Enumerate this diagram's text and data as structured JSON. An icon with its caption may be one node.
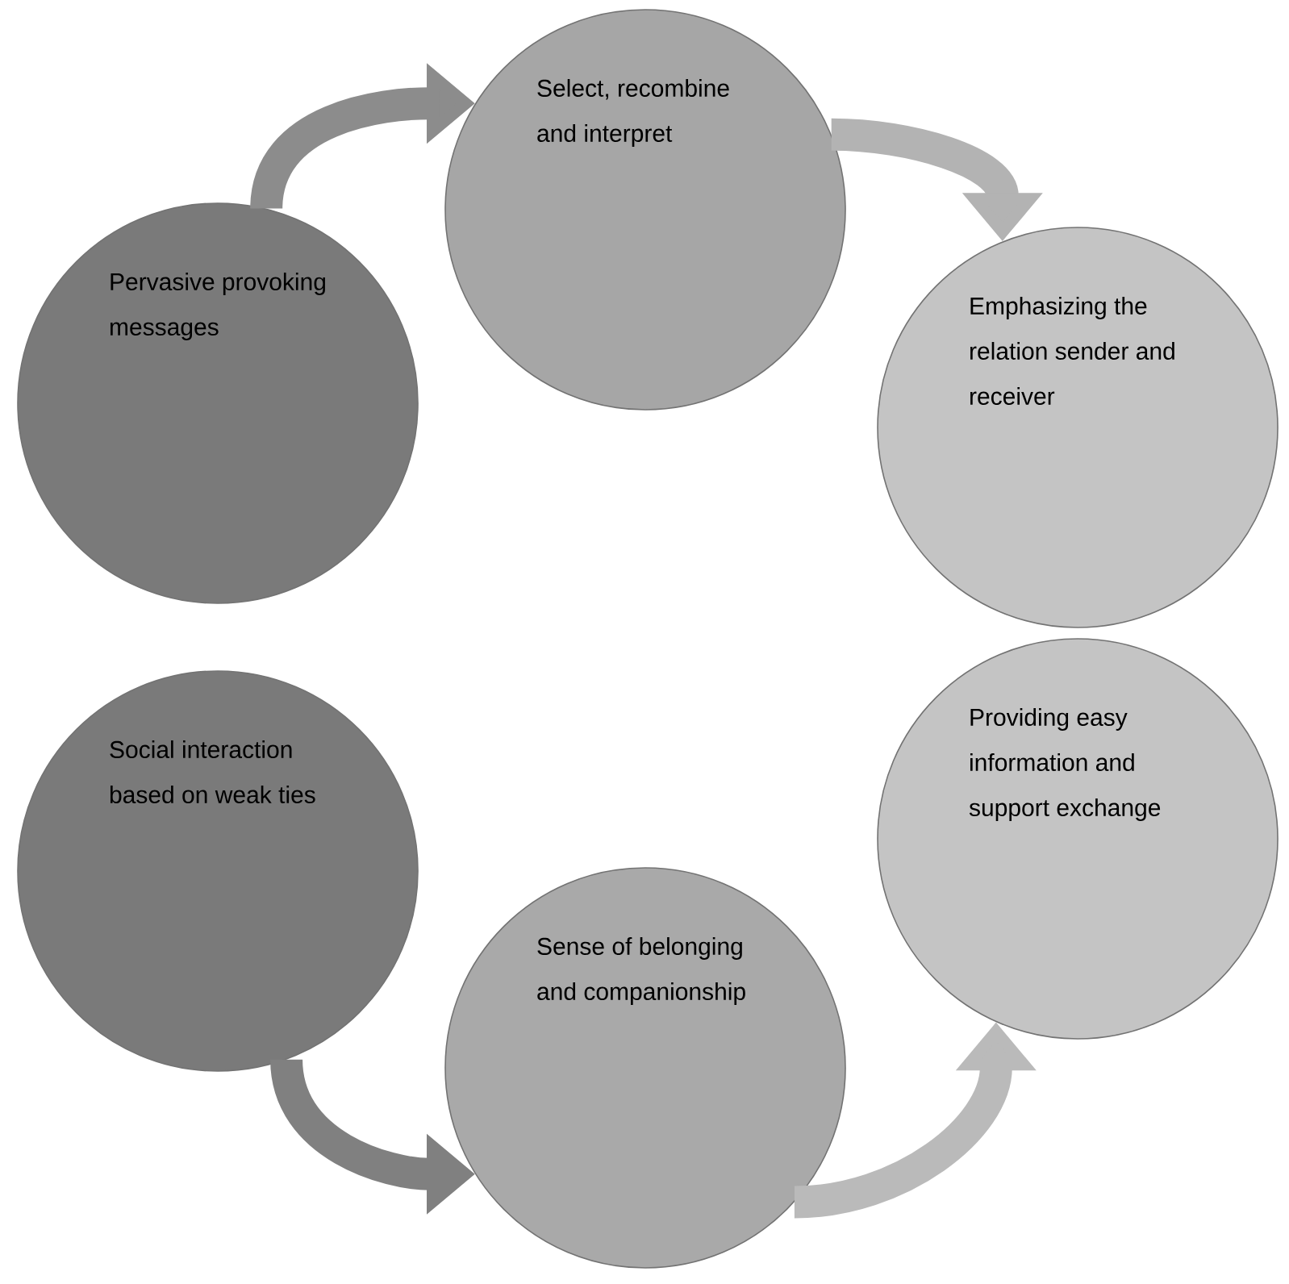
{
  "diagram": {
    "nodes": [
      {
        "text": [
          "Pervasive provoking messages"
        ]
      },
      {
        "text": [
          "Select, recombine and interpret"
        ]
      },
      {
        "text": [
          "Emphasizing the relation sender and receiver"
        ]
      },
      {
        "text": [
          "Social interaction based on weak ties"
        ]
      },
      {
        "text": [
          "Sense of belonging and companionship"
        ]
      },
      {
        "text": [
          "Providing easy information and support exchange"
        ]
      }
    ],
    "edges": [
      {
        "from": 0,
        "to": 1,
        "arrow": "to"
      },
      {
        "from": 1,
        "to": 2,
        "arrow": "to"
      },
      {
        "from": 3,
        "to": 4,
        "arrow": "to"
      },
      {
        "from": 4,
        "to": 5,
        "arrow": "to"
      }
    ]
  }
}
